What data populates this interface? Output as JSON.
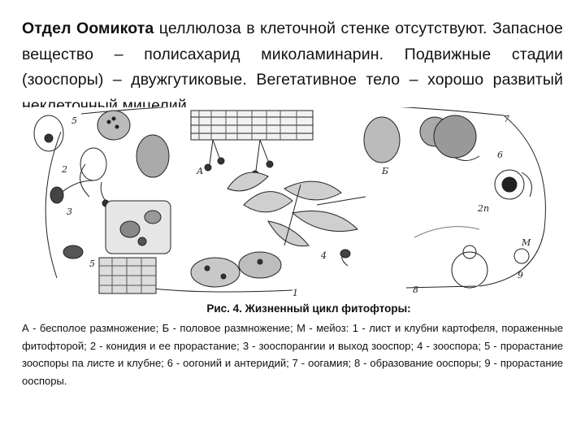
{
  "intro": {
    "heading_bold": "Отдел Оомикота",
    "line1_rest": " целлюлоза в клеточной стенке отсутствуют.",
    "line2": "Запасное вещество – полисахарид миколаминарин.",
    "line3": "Подвижные стадии (зооспоры) – двужгутиковые. Вегетативное",
    "line4": "тело – хорошо развитый неклеточный мицелий."
  },
  "figure": {
    "labels": {
      "A": "А",
      "B": "Б",
      "M": "М",
      "n2": "2n",
      "n1": "1",
      "n2b": "2",
      "n3": "3",
      "n4": "4",
      "n5": "5",
      "n6": "6",
      "n7": "7",
      "n8": "8",
      "n9": "9"
    }
  },
  "caption": {
    "title": "Рис. 4. Жизненный цикл фитофторы:",
    "body": "А - бесполое размножение; Б - половое размножение; М - мейоз: 1 - лист и клубни картофеля, пораженные фитофторой; 2 - конидия и ее прорастание; 3 - зооспорангии и выход зооспор; 4 - зооспора; 5 - прорастание зооспоры па листе и клубне; 6 - оогоний и антеридий; 7 - оогамия; 8 - образование ооспоры; 9 - прорастание ооспоры."
  }
}
